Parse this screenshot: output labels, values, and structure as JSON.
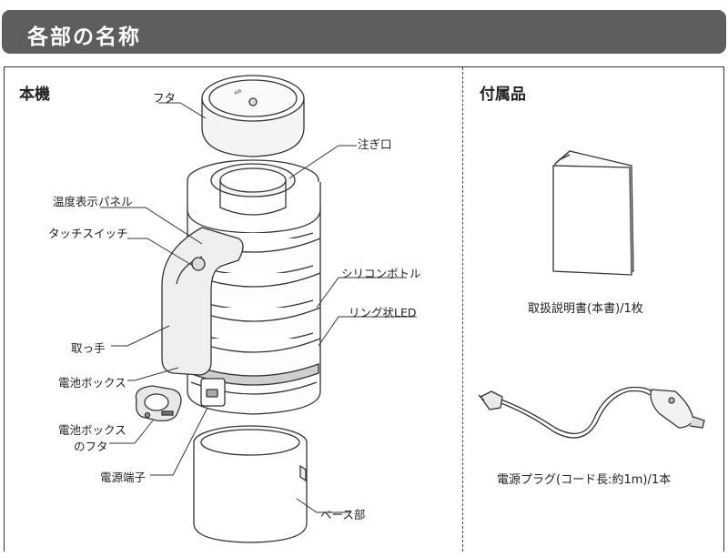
{
  "header": {
    "title": "各部の名称"
  },
  "main_unit": {
    "title": "本機",
    "labels": {
      "lid": "フタ",
      "spout": "注ぎ口",
      "temp_panel": "温度表示パネル",
      "touch_switch": "タッチスイッチ",
      "silicone_bottle": "シリコンボトル",
      "ring_led": "リング状LED",
      "handle": "取っ手",
      "battery_box": "電池ボックス",
      "battery_lid_1": "電池ボックス",
      "battery_lid_2": "のフタ",
      "power_terminal": "電源端子",
      "base": "ベース部"
    }
  },
  "accessories": {
    "title": "付属品",
    "manual_caption": "取扱説明書(本書)/1枚",
    "plug_caption": "電源プラグ(コード長:約1m)/1本"
  }
}
